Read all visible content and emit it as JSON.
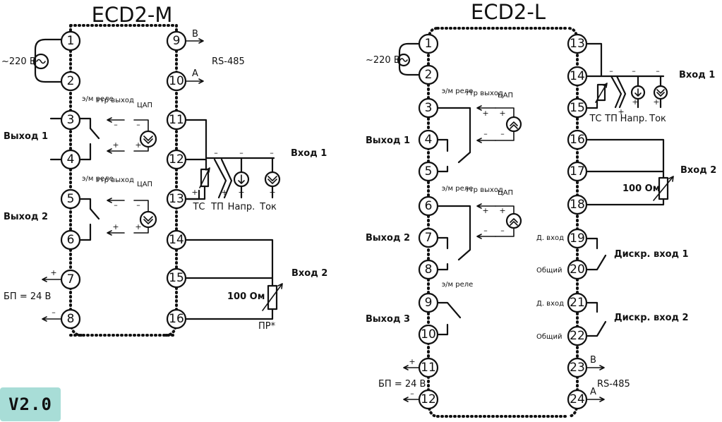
{
  "version_badge": "V2.0",
  "left": {
    "title": "ECD2-M",
    "terminals": [
      "1",
      "2",
      "3",
      "4",
      "5",
      "6",
      "7",
      "8",
      "9",
      "10",
      "11",
      "12",
      "13",
      "14",
      "15",
      "16"
    ],
    "supply": "~220 В",
    "out1": "Выход 1",
    "out2": "Выход 2",
    "relay": "э/м реле",
    "ttr": "ттр выход",
    "dac": "ЦАП",
    "bp": "БП = 24 В",
    "b": "B",
    "a": "A",
    "rs485": "RS-485",
    "in1": "Вход 1",
    "in2": "Вход 2",
    "tc": "ТС",
    "tp": "ТП",
    "napr": "Напр.",
    "tok": "Ток",
    "ohm": "100 Ом",
    "pr": "ПР*"
  },
  "right": {
    "title": "ECD2-L",
    "terminals": [
      "1",
      "2",
      "3",
      "4",
      "5",
      "6",
      "7",
      "8",
      "9",
      "10",
      "11",
      "12",
      "13",
      "14",
      "15",
      "16",
      "17",
      "18",
      "19",
      "20",
      "21",
      "22",
      "23",
      "24"
    ],
    "supply": "~220 В",
    "out1": "Выход 1",
    "out2": "Выход 2",
    "out3": "Выход 3",
    "relay": "э/м реле",
    "ttr": "ттр выход",
    "dac": "ЦАП",
    "bp": "БП = 24 В",
    "in1": "Вход 1",
    "in2": "Вход 2",
    "tc": "ТС",
    "tp": "ТП",
    "napr": "Напр.",
    "tok": "Ток",
    "ohm": "100 Ом",
    "din": "Д. вход",
    "common": "Общий",
    "dinput1": "Дискр. вход 1",
    "dinput2": "Дискр. вход 2",
    "b": "B",
    "a": "A",
    "rs485": "RS-485"
  }
}
